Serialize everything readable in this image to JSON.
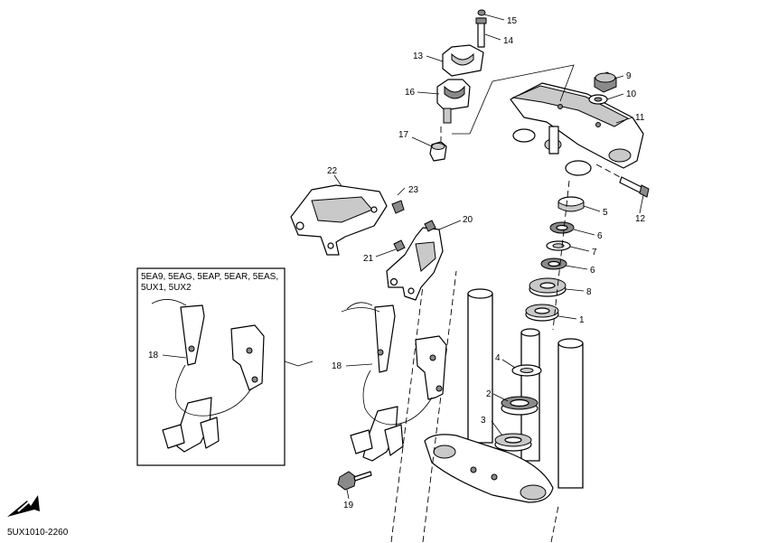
{
  "variant_box": {
    "models_line1": "5EA9, 5EAG, 5EAP, 5EAR, 5EAS,",
    "models_line2": "5UX1, 5UX2"
  },
  "drawing_code": "5UX1010-2260",
  "callouts": [
    {
      "id": "c1",
      "label": "1"
    },
    {
      "id": "c2",
      "label": "2"
    },
    {
      "id": "c3",
      "label": "3"
    },
    {
      "id": "c4",
      "label": "4"
    },
    {
      "id": "c5",
      "label": "5"
    },
    {
      "id": "c6a",
      "label": "6"
    },
    {
      "id": "c6b",
      "label": "6"
    },
    {
      "id": "c7",
      "label": "7"
    },
    {
      "id": "c8",
      "label": "8"
    },
    {
      "id": "c9",
      "label": "9"
    },
    {
      "id": "c10",
      "label": "10"
    },
    {
      "id": "c11",
      "label": "11"
    },
    {
      "id": "c12",
      "label": "12"
    },
    {
      "id": "c13",
      "label": "13"
    },
    {
      "id": "c14",
      "label": "14"
    },
    {
      "id": "c15",
      "label": "15"
    },
    {
      "id": "c16",
      "label": "16"
    },
    {
      "id": "c17",
      "label": "17"
    },
    {
      "id": "c18a",
      "label": "18"
    },
    {
      "id": "c18b",
      "label": "18"
    },
    {
      "id": "c19",
      "label": "19"
    },
    {
      "id": "c20",
      "label": "20"
    },
    {
      "id": "c21",
      "label": "21"
    },
    {
      "id": "c22",
      "label": "22"
    },
    {
      "id": "c23",
      "label": "23"
    }
  ],
  "icons": {
    "front_arrow": "fwd-arrow-icon"
  }
}
